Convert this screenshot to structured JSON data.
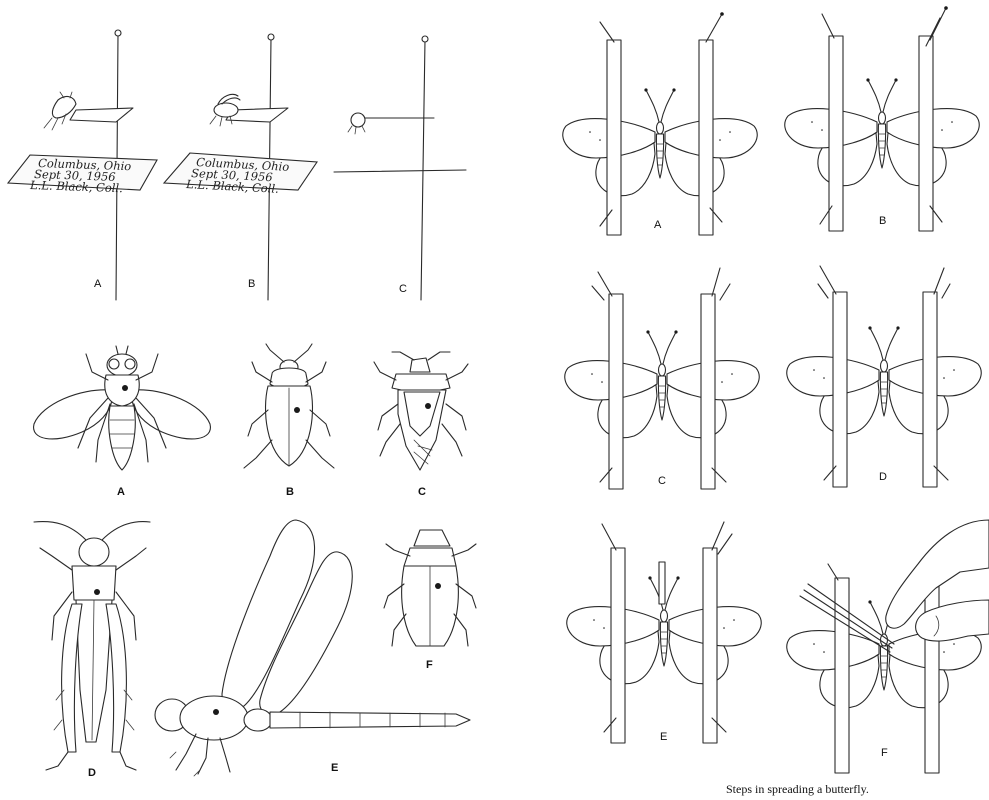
{
  "pinning": {
    "labels": [
      "A",
      "B",
      "C"
    ],
    "data_label": {
      "line1": "Columbus, Ohio",
      "line2": "Sept 30, 1956",
      "line3": "L.L. Black, Coll."
    }
  },
  "insects": {
    "labels": [
      "A",
      "B",
      "C",
      "D",
      "E",
      "F"
    ]
  },
  "spreading": {
    "labels": [
      "A",
      "B",
      "C",
      "D",
      "E",
      "F"
    ],
    "caption": "Steps in spreading a butterfly."
  }
}
